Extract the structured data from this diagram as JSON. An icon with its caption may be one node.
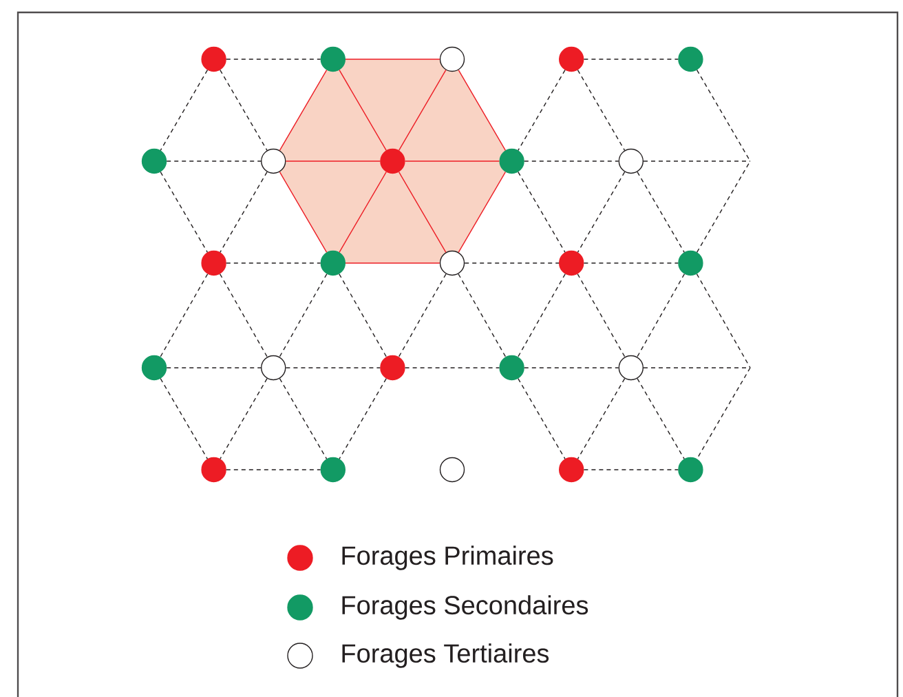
{
  "diagram": {
    "nodes": [
      {
        "text": [],
        "shape": "circle"
      },
      {
        "text": [],
        "shape": "circle"
      },
      {
        "text": [],
        "shape": "circle"
      },
      {
        "text": [],
        "shape": "circle"
      },
      {
        "text": [],
        "shape": "circle"
      },
      {
        "text": [],
        "shape": "circle"
      },
      {
        "text": [],
        "shape": "circle"
      },
      {
        "text": [],
        "shape": "circle"
      },
      {
        "text": [],
        "shape": "circle"
      },
      {
        "text": [],
        "shape": "circle"
      },
      {
        "text": [],
        "shape": "circle"
      },
      {
        "text": [],
        "shape": "circle"
      },
      {
        "text": [],
        "shape": "circle"
      },
      {
        "text": [],
        "shape": "circle"
      },
      {
        "text": [],
        "shape": "circle"
      },
      {
        "text": [],
        "shape": "circle"
      },
      {
        "text": [],
        "shape": "circle"
      },
      {
        "text": [],
        "shape": "circle"
      },
      {
        "text": [],
        "shape": "circle"
      },
      {
        "text": [],
        "shape": "circle"
      },
      {
        "text": [],
        "shape": "circle"
      },
      {
        "text": [],
        "shape": "circle"
      },
      {
        "text": [],
        "shape": "circle"
      },
      {
        "text": [],
        "shape": "circle"
      },
      {
        "text": [],
        "shape": "circle"
      }
    ],
    "edges": [
      {
        "from": 0,
        "to": 1,
        "arrow": "none",
        "style": "dashed"
      },
      {
        "from": 1,
        "to": 2,
        "arrow": "none",
        "color": "#ed1c24"
      },
      {
        "from": 3,
        "to": 4,
        "arrow": "none",
        "style": "dashed"
      },
      {
        "from": 5,
        "to": 6,
        "arrow": "none",
        "style": "dashed"
      },
      {
        "from": 6,
        "to": 7,
        "arrow": "none",
        "color": "#ed1c24"
      },
      {
        "from": 7,
        "to": 8,
        "arrow": "none",
        "color": "#ed1c24"
      },
      {
        "from": 8,
        "to": 9,
        "arrow": "none",
        "style": "dashed"
      },
      {
        "from": 9,
        "to": null,
        "arrow": "none",
        "style": "dashed"
      },
      {
        "from": 10,
        "to": 11,
        "arrow": "none",
        "style": "dashed"
      },
      {
        "from": 11,
        "to": 12,
        "arrow": "none",
        "color": "#ed1c24"
      },
      {
        "from": 12,
        "to": 13,
        "arrow": "none",
        "style": "dashed"
      },
      {
        "from": 13,
        "to": 14,
        "arrow": "none",
        "style": "dashed"
      },
      {
        "from": 15,
        "to": 16,
        "arrow": "none",
        "style": "dashed"
      },
      {
        "from": 16,
        "to": 17,
        "arrow": "none",
        "style": "dashed"
      },
      {
        "from": 17,
        "to": 18,
        "arrow": "none",
        "style": "dashed"
      },
      {
        "from": 18,
        "to": 19,
        "arrow": "none",
        "style": "dashed"
      },
      {
        "from": 19,
        "to": null,
        "arrow": "none",
        "style": "dashed"
      },
      {
        "from": 20,
        "to": 21,
        "arrow": "none",
        "style": "dashed"
      },
      {
        "from": 23,
        "to": 24,
        "arrow": "none",
        "style": "dashed"
      },
      {
        "from": 0,
        "to": 5,
        "arrow": "none",
        "style": "dashed"
      },
      {
        "from": 0,
        "to": 6,
        "arrow": "none",
        "style": "dashed"
      },
      {
        "from": 1,
        "to": 6,
        "arrow": "none",
        "color": "#ed1c24"
      },
      {
        "from": 1,
        "to": 7,
        "arrow": "none",
        "color": "#ed1c24"
      },
      {
        "from": 2,
        "to": 7,
        "arrow": "none",
        "color": "#ed1c24"
      },
      {
        "from": 2,
        "to": 8,
        "arrow": "none",
        "color": "#ed1c24"
      },
      {
        "from": 3,
        "to": 8,
        "arrow": "none",
        "style": "dashed"
      },
      {
        "from": 3,
        "to": 9,
        "arrow": "none",
        "style": "dashed"
      },
      {
        "from": 4,
        "to": null,
        "arrow": "none",
        "style": "dashed"
      },
      {
        "from": 5,
        "to": 10,
        "arrow": "none",
        "style": "dashed"
      },
      {
        "from": 6,
        "to": 10,
        "arrow": "none",
        "style": "dashed"
      },
      {
        "from": 6,
        "to": 11,
        "arrow": "none",
        "color": "#ed1c24"
      },
      {
        "from": 7,
        "to": 11,
        "arrow": "none",
        "color": "#ed1c24"
      },
      {
        "from": 7,
        "to": 12,
        "arrow": "none",
        "color": "#ed1c24"
      },
      {
        "from": 8,
        "to": 12,
        "arrow": "none",
        "color": "#ed1c24"
      },
      {
        "from": 8,
        "to": 13,
        "arrow": "none",
        "style": "dashed"
      },
      {
        "from": 9,
        "to": 13,
        "arrow": "none",
        "style": "dashed"
      },
      {
        "from": 9,
        "to": 14,
        "arrow": "none",
        "style": "dashed"
      },
      {
        "from": 14,
        "to": null,
        "arrow": "none",
        "style": "dashed"
      },
      {
        "from": 10,
        "to": 15,
        "arrow": "none",
        "style": "dashed"
      },
      {
        "from": 10,
        "to": 16,
        "arrow": "none",
        "style": "dashed"
      },
      {
        "from": 11,
        "to": 16,
        "arrow": "none",
        "style": "dashed"
      },
      {
        "from": 11,
        "to": 17,
        "arrow": "none",
        "style": "dashed"
      },
      {
        "from": 12,
        "to": 17,
        "arrow": "none",
        "style": "dashed"
      },
      {
        "from": 12,
        "to": 18,
        "arrow": "none",
        "style": "dashed"
      },
      {
        "from": 13,
        "to": 18,
        "arrow": "none",
        "style": "dashed"
      },
      {
        "from": 13,
        "to": 19,
        "arrow": "none",
        "style": "dashed"
      },
      {
        "from": 14,
        "to": 19,
        "arrow": "none",
        "style": "dashed"
      },
      {
        "from": 14,
        "to": null,
        "arrow": "none",
        "style": "dashed"
      },
      {
        "from": 15,
        "to": 20,
        "arrow": "none",
        "style": "dashed"
      },
      {
        "from": 16,
        "to": 20,
        "arrow": "none",
        "style": "dashed"
      },
      {
        "from": 16,
        "to": 21,
        "arrow": "none",
        "style": "dashed"
      },
      {
        "from": 17,
        "to": 21,
        "arrow": "none",
        "style": "dashed"
      },
      {
        "from": 18,
        "to": 23,
        "arrow": "none",
        "style": "dashed"
      },
      {
        "from": 19,
        "to": 23,
        "arrow": "none",
        "style": "dashed"
      },
      {
        "from": 19,
        "to": 24,
        "arrow": "none",
        "style": "dashed"
      },
      {
        "from": null,
        "to": 24,
        "arrow": "none",
        "style": "dashed"
      }
    ],
    "legend": [
      {
        "text": "Forages Primaires",
        "color": "#ed1c24"
      },
      {
        "text": "Forages Secondaires",
        "color": "#129a64"
      },
      {
        "text": "Forages Tertiaires"
      }
    ]
  }
}
